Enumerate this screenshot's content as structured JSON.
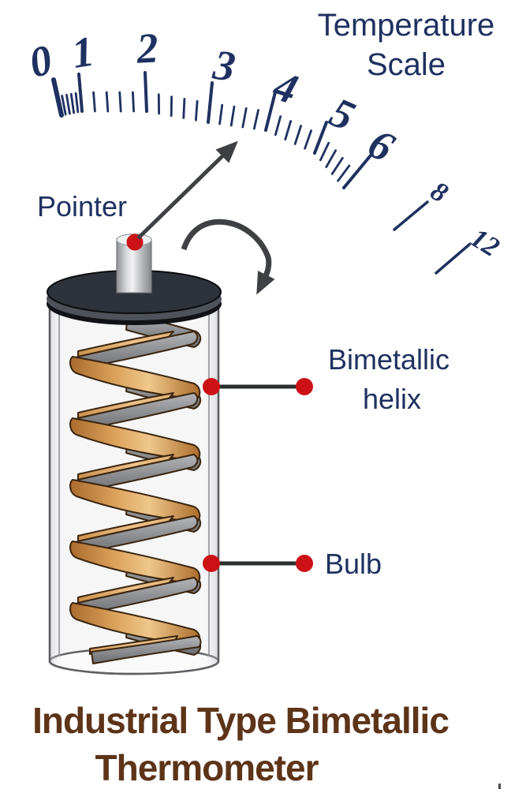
{
  "scale": {
    "heading_line1": "Temperature",
    "heading_line2": "Scale",
    "tick_labels": [
      "0",
      "1",
      "2",
      "3",
      "4",
      "5",
      "6",
      "8",
      "12"
    ],
    "color": "#1f3160"
  },
  "callouts": {
    "pointer": "Pointer",
    "helix_line1": "Bimetallic",
    "helix_line2": "helix",
    "bulb": "Bulb"
  },
  "title": {
    "line1": "Industrial Type Bimetallic",
    "line2": "Thermometer",
    "color": "#5d3418"
  },
  "colors": {
    "label_navy": "#1f3160",
    "title_brown": "#5d3418",
    "marker_red": "#cc1117",
    "arrow_gray": "#3e4043",
    "copper": "#d79a52",
    "steel_gray": "#8f9093",
    "cap_dark": "#2e323a"
  },
  "icons": {
    "pointer_arrow": "diagonal-arrow",
    "rotation_arrow": "curved-rotation-arrow",
    "connector_dot": "red-circle"
  }
}
